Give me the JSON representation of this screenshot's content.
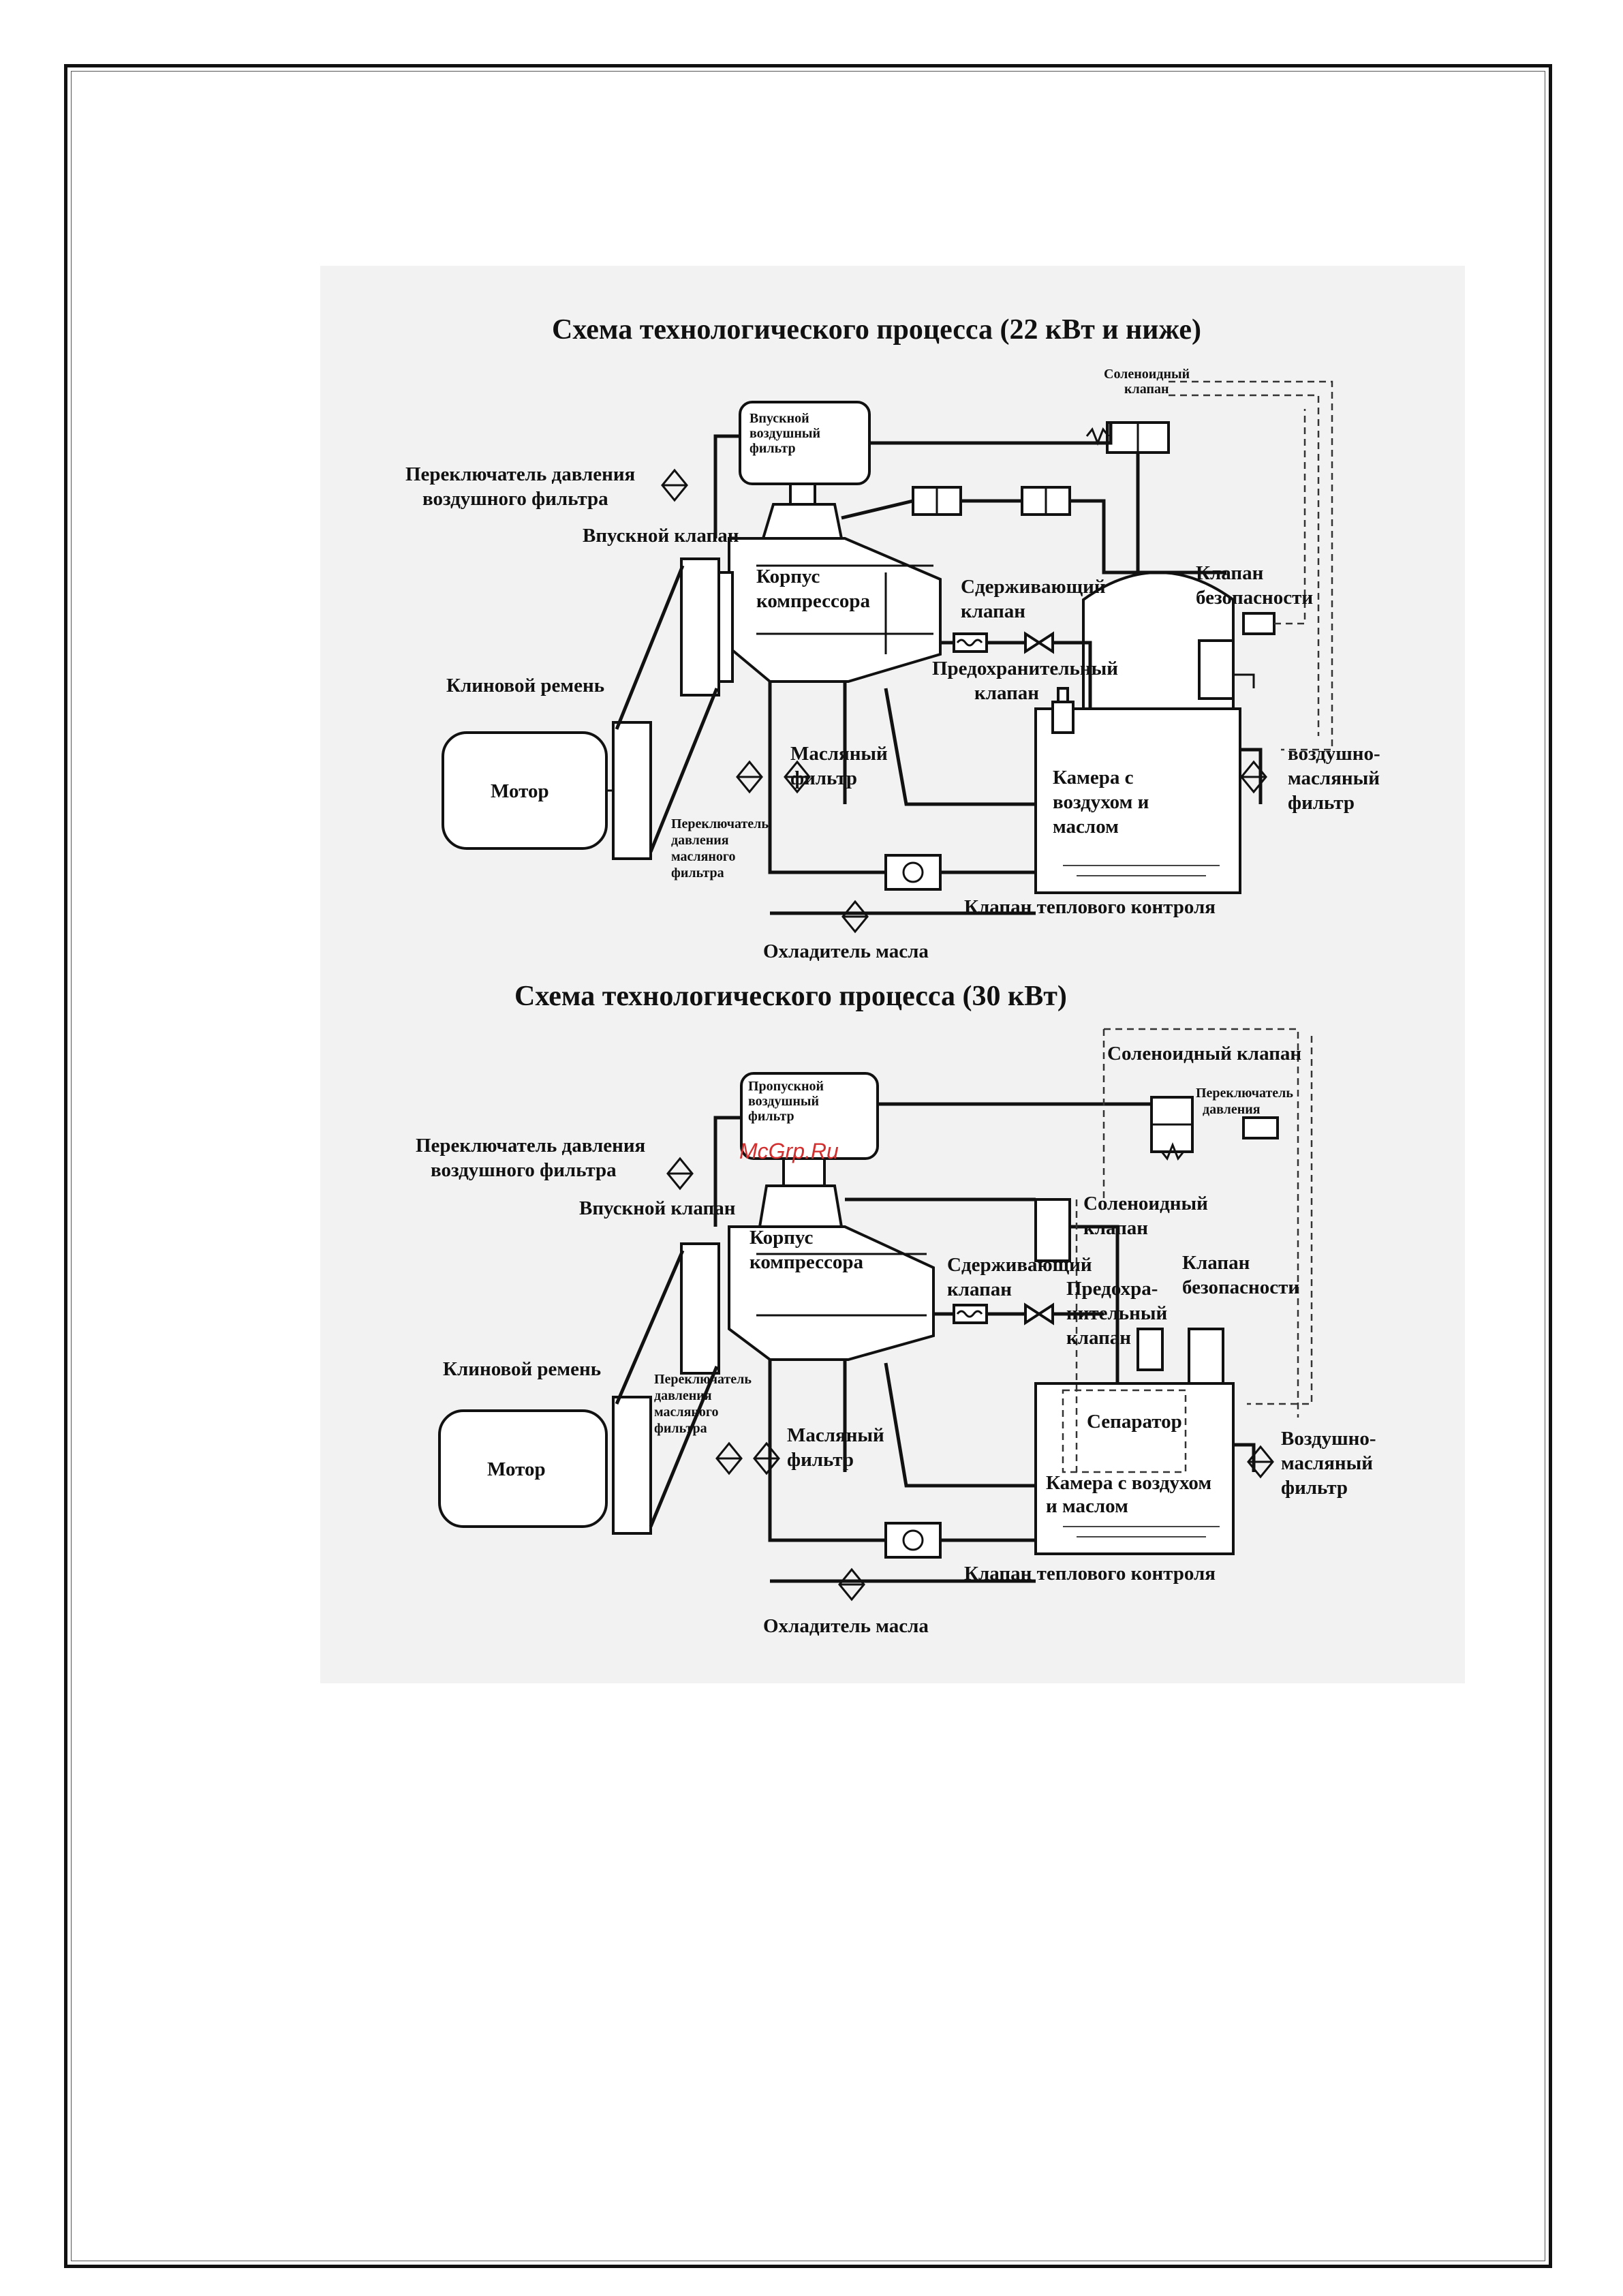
{
  "diagram_top": {
    "title": "Схема технологического процесса (22 кВт и ниже)",
    "labels": {
      "solenoid_valve": [
        "Соленоидный",
        "клапан"
      ],
      "intake_air_filter": [
        "Впускной",
        "воздушный",
        "фильтр"
      ],
      "air_filter_pressure_switch": [
        "Переключатель давления",
        "воздушного фильтра"
      ],
      "intake_valve": "Впускной клапан",
      "compressor_body": [
        "Корпус",
        "компрессора"
      ],
      "check_valve": [
        "Сдерживающий",
        "клапан"
      ],
      "safety_valve": [
        "Клапан",
        "безопасности"
      ],
      "relief_valve": [
        "Предохранительный",
        "клапан"
      ],
      "v_belt": "Клиновой ремень",
      "motor": "Мотор",
      "oil_filter": [
        "Масляный",
        "фильтр"
      ],
      "air_oil_chamber": [
        "Камера с",
        "воздухом и",
        "маслом"
      ],
      "air_oil_filter": [
        "воздушно-",
        "масляный",
        "фильтр"
      ],
      "oil_filter_pressure_switch": [
        "Переключатель",
        "давления",
        "масляного",
        "фильтра"
      ],
      "thermal_valve": "Клапан теплового контроля",
      "oil_cooler": "Охладитель масла"
    }
  },
  "diagram_bottom": {
    "title": "Схема технологического процесса (30 кВт)",
    "watermark": "McGrp.Ru",
    "labels": {
      "solenoid_valve_top": "Соленоидный клапан",
      "pressure_switch": [
        "Переключатель",
        "давления"
      ],
      "intake_air_filter": [
        "Пропускной",
        "воздушный",
        "фильтр"
      ],
      "air_filter_pressure_switch": [
        "Переключатель давления",
        "воздушного фильтра"
      ],
      "intake_valve": "Впускной клапан",
      "solenoid_valve": [
        "Соленоидный",
        "клапан"
      ],
      "compressor_body": [
        "Корпус",
        "компрессора"
      ],
      "check_valve": [
        "Сдерживающий",
        "клапан"
      ],
      "safety_valve": [
        "Клапан",
        "безопасности"
      ],
      "relief_valve": [
        "Предохра-",
        "нительный",
        "клапан"
      ],
      "v_belt": "Клиновой ремень",
      "oil_filter_pressure_switch": [
        "Переключатель",
        "давления",
        "масляного",
        "фильтра"
      ],
      "motor": "Мотор",
      "oil_filter": [
        "Масляный",
        "фильтр"
      ],
      "separator": "Сепаратор",
      "air_oil_filter": [
        "Воздушно-",
        "масляный",
        "фильтр"
      ],
      "air_oil_chamber": [
        "Камера с воздухом",
        "и маслом"
      ],
      "thermal_valve": "Клапан теплового контроля",
      "oil_cooler": "Охладитель масла"
    }
  }
}
